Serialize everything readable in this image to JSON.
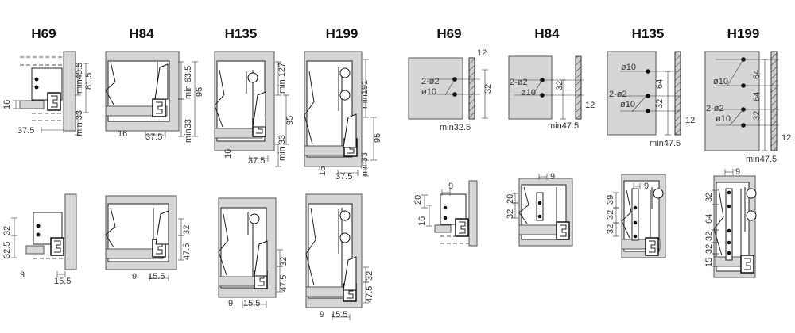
{
  "titles": [
    "H69",
    "H84",
    "H135",
    "H199",
    "H69",
    "H84",
    "H135",
    "H199"
  ],
  "side_top": {
    "h69": [
      "min49.5",
      "81.5",
      "min 33",
      "16",
      "37.5"
    ],
    "h84": [
      "min 63.5",
      "95",
      "min33",
      "16",
      "37.5"
    ],
    "h135": [
      "min 127",
      "95",
      "min 33",
      "16",
      "37.5"
    ],
    "h199": [
      "min191",
      "95",
      "min33",
      "16",
      "37.5"
    ]
  },
  "side_bottom": {
    "h69": [
      "32",
      "32.5",
      "9",
      "15.5"
    ],
    "h84": [
      "32",
      "47.5",
      "9",
      "15.5"
    ],
    "h135": [
      "32",
      "47.5",
      "9",
      "15.5"
    ],
    "h199": [
      "32",
      "47.5",
      "9",
      "15.5"
    ]
  },
  "front_top": {
    "h69": [
      "12",
      "2-ø2",
      "ø10",
      "32",
      "min32.5"
    ],
    "h84": [
      "2-ø2",
      "ø10",
      "32",
      "12",
      "min47.5"
    ],
    "h135": [
      "ø10",
      "2-ø2",
      "ø10",
      "64",
      "32",
      "12",
      "min47.5"
    ],
    "h199": [
      "ø10",
      "64",
      "64",
      "2-ø2",
      "ø10",
      "32",
      "12",
      "min47.5"
    ]
  },
  "front_bottom": {
    "h69": [
      "9",
      "20",
      "16"
    ],
    "h84": [
      "9",
      "20",
      "32"
    ],
    "h135": [
      "9",
      "39",
      "32",
      "32"
    ],
    "h199": [
      "9",
      "32",
      "64",
      "32",
      "32",
      "15"
    ]
  }
}
